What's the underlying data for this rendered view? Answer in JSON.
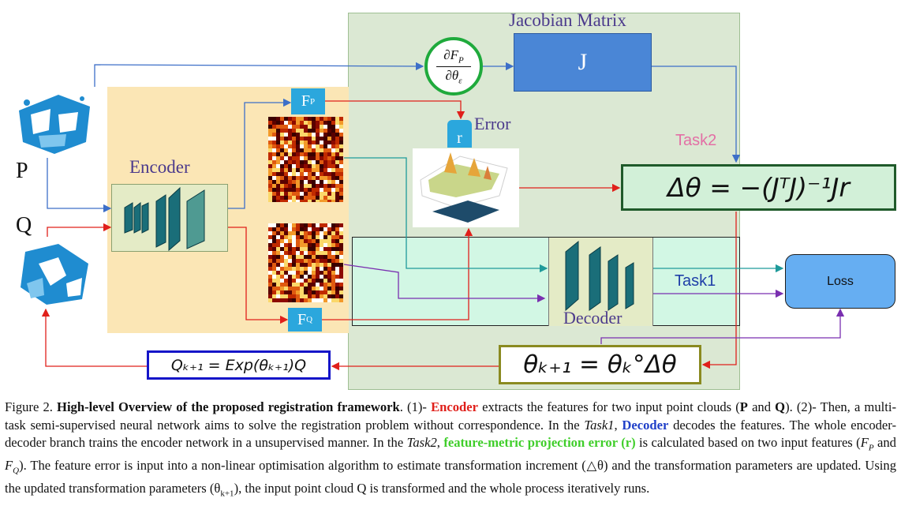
{
  "diagram": {
    "label_p": "P",
    "label_q": "Q",
    "encoder": "Encoder",
    "decoder": "Decoder",
    "jacobian_title": "Jacobian Matrix",
    "jacobian_symbol": "J",
    "derivative_num": "∂F",
    "derivative_num_sub": "P",
    "derivative_den": "∂θ",
    "derivative_den_sub": "ε",
    "fp_label": "F",
    "fp_sub": "P",
    "fq_label": "F",
    "fq_sub": "Q",
    "r_label": "r",
    "error_label": "Error",
    "task2": "Task2",
    "task1": "Task1",
    "loss": "Loss",
    "delta_theta_eq": "Δθ = −(JᵀJ)⁻¹Jr",
    "theta_update_eq": "θₖ₊₁ = θₖ°Δθ",
    "q_update_eq": "Qₖ₊₁ = Exp(θₖ₊₁)Q",
    "colors": {
      "encoder_arrow": "#3d6fc8",
      "error_arrow": "#e0201b",
      "teal_arrow": "#1f9a9a",
      "purple_arrow": "#7a2fb0"
    }
  },
  "caption": {
    "fig": "Figure 2.",
    "title": "High-level Overview of the proposed registration framework",
    "t1": ". (1)-",
    "encoder": "Encoder",
    "t2": "extracts the features for two input point clouds (",
    "p": "P",
    "t3": "and",
    "q": "Q",
    "t4": "). (2)- Then, a multi-task semi-supervised neural network aims to solve the registration problem without correspondence. In the",
    "task1": "Task1",
    "t5": ",",
    "decoder": "Decoder",
    "t6": "decodes the features. The whole encoder-decoder branch trains the encoder network in a unsupervised manner. In the",
    "task2": "Task2",
    "t7": ",",
    "fmpe": "feature-metric projection error (r)",
    "t8": "is calculated based on two input features (",
    "fp": "F",
    "fp_sub": "P",
    "t9": "and",
    "fq": "F",
    "fq_sub": "Q",
    "t10": "). The feature error is input into a non-linear optimisation algorithm to estimate transformation increment (△θ) and the transformation parameters are updated. Using the updated transformation parameters (θ",
    "theta_sub": "k+1",
    "t11": "), the input point cloud Q is transformed and the whole process iteratively runs."
  }
}
